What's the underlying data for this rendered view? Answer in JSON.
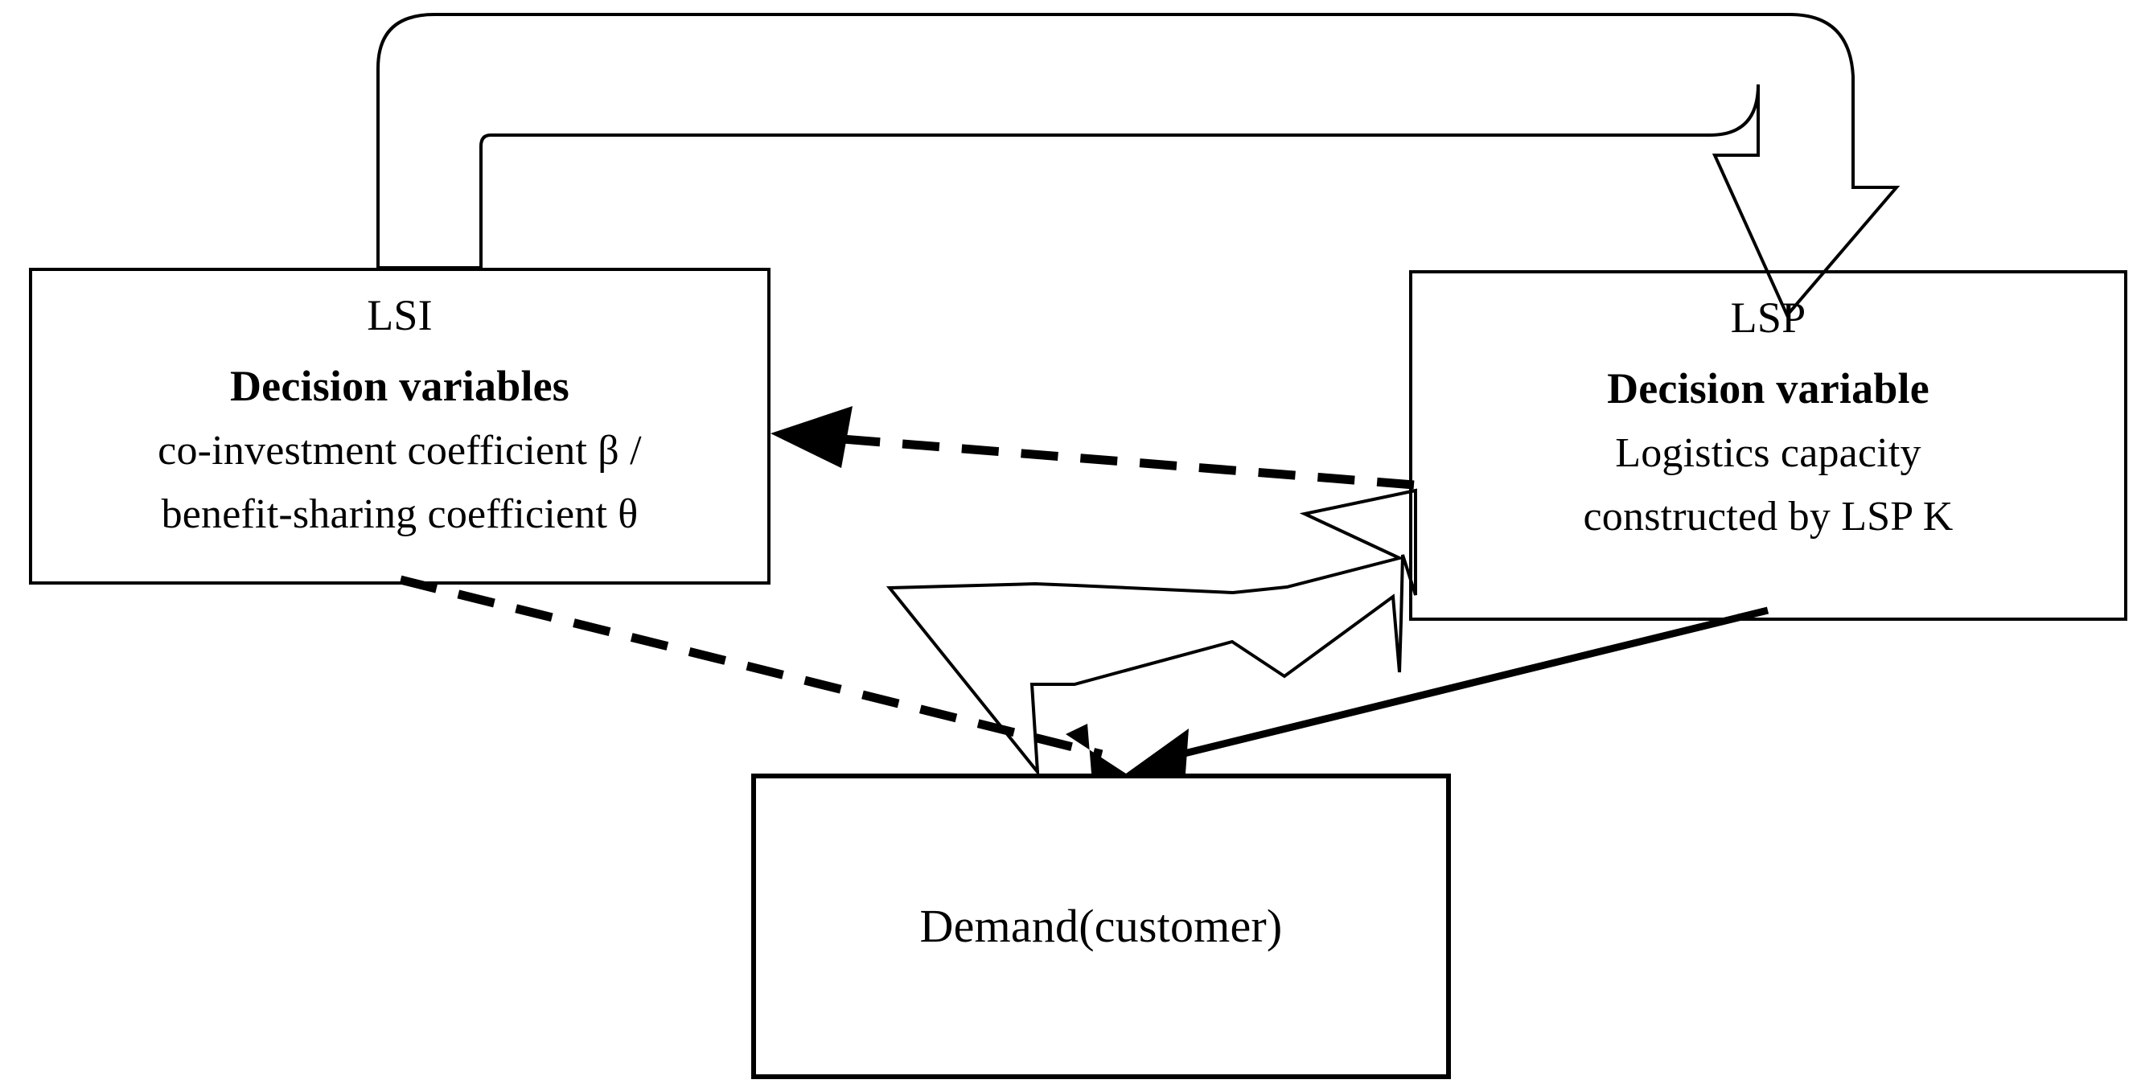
{
  "diagram": {
    "title": "LSI-LSP-Demand logistics decision framework",
    "stroke_color": "#000000",
    "background_color": "#ffffff"
  },
  "nodes": {
    "lsi": {
      "name": "LSI",
      "title": "LSI",
      "subtitle": "Decision variables",
      "line1": "co-investment coefficient  β /",
      "line2": "benefit-sharing coefficient  θ"
    },
    "lsp": {
      "name": "LSP",
      "title": "LSP",
      "subtitle": "Decision variable",
      "line1": "Logistics capacity",
      "line2": "constructed by LSP  K"
    },
    "demand": {
      "name": "Demand",
      "label": "Demand(customer)"
    }
  },
  "connectors": [
    {
      "id": "lsi-to-lsp-top",
      "from": "LSI",
      "to": "LSP",
      "style": "hollow-block-arrow",
      "path": "curved-over-top",
      "arrowhead": "open-outline-down"
    },
    {
      "id": "lsp-to-lsi-dashed",
      "from": "LSP",
      "to": "LSI",
      "style": "dashed",
      "path": "horizontal",
      "arrowhead": "solid-left"
    },
    {
      "id": "lsi-to-demand-dashed",
      "from": "LSI",
      "to": "Demand",
      "style": "dashed",
      "path": "diagonal-down-right",
      "arrowhead": "solid-down"
    },
    {
      "id": "lsp-to-demand-solid",
      "from": "LSP",
      "to": "Demand",
      "style": "solid",
      "path": "diagonal-down-left",
      "arrowhead": "solid-down"
    },
    {
      "id": "demand-to-lsp-zigzag",
      "from": "Demand",
      "to": "LSP",
      "style": "hollow-zigzag-block-arrow",
      "path": "zigzag-up-right",
      "arrowhead": "open-outline-up-right"
    }
  ]
}
